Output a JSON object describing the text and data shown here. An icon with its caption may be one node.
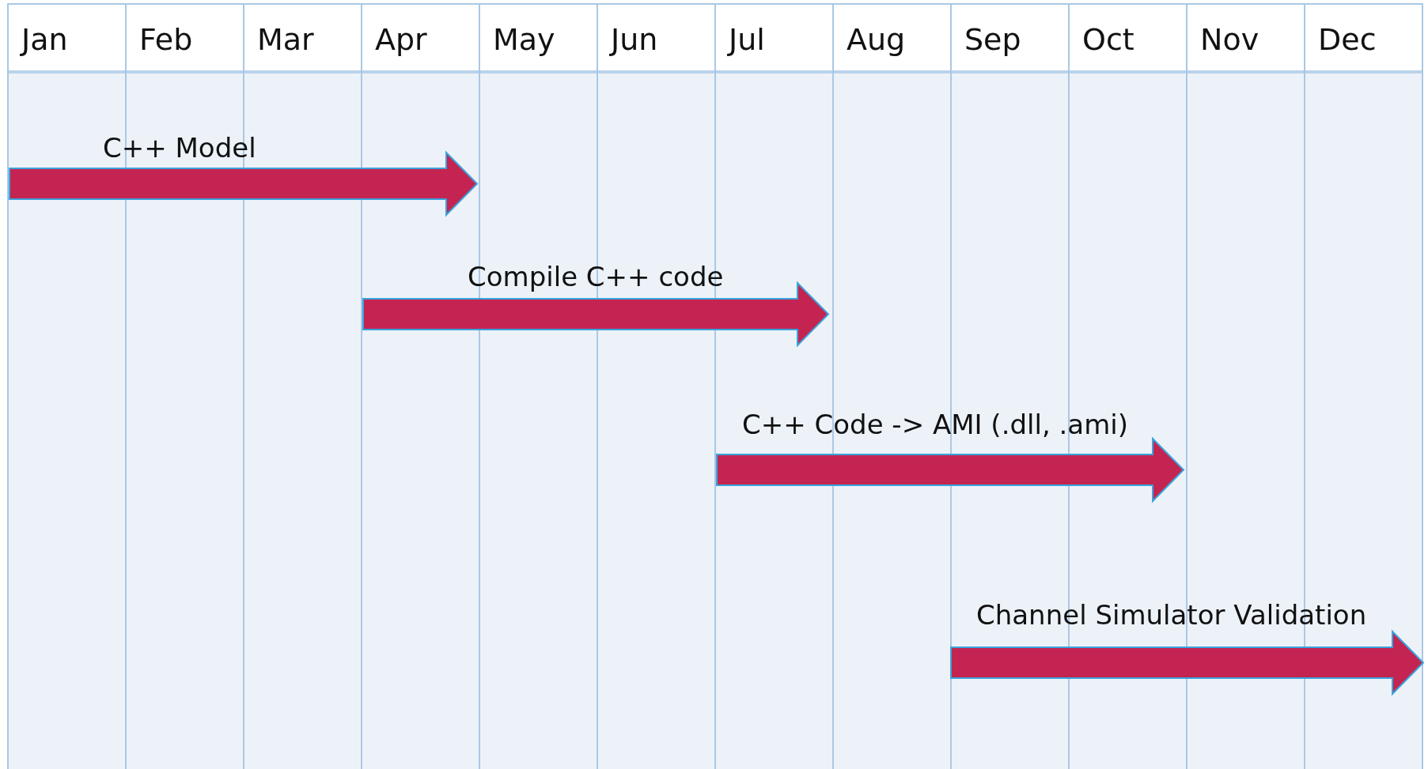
{
  "diagram": {
    "nodes": [
      {
        "text": [
          "C++ Model"
        ]
      },
      {
        "text": [
          "Compile C++ code"
        ]
      },
      {
        "text": [
          "C++ Code -> AMI (.dll, .ami)"
        ]
      },
      {
        "text": [
          "Channel Simulator Validation"
        ]
      }
    ],
    "labels": [
      "Jan",
      "Feb",
      "Mar",
      "Apr",
      "May",
      "Jun",
      "Jul",
      "Aug",
      "Sep",
      "Oct",
      "Nov",
      "Dec"
    ]
  }
}
